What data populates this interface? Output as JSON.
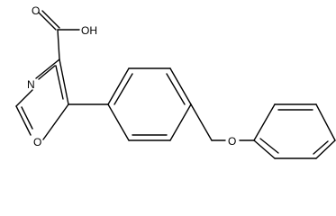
{
  "molecule": {
    "atom_labels": {
      "carboxyl_oh": "OH",
      "carbonyl_o": "O",
      "oxazole_n": "N",
      "oxazole_o": "O",
      "ether_o": "O"
    }
  }
}
